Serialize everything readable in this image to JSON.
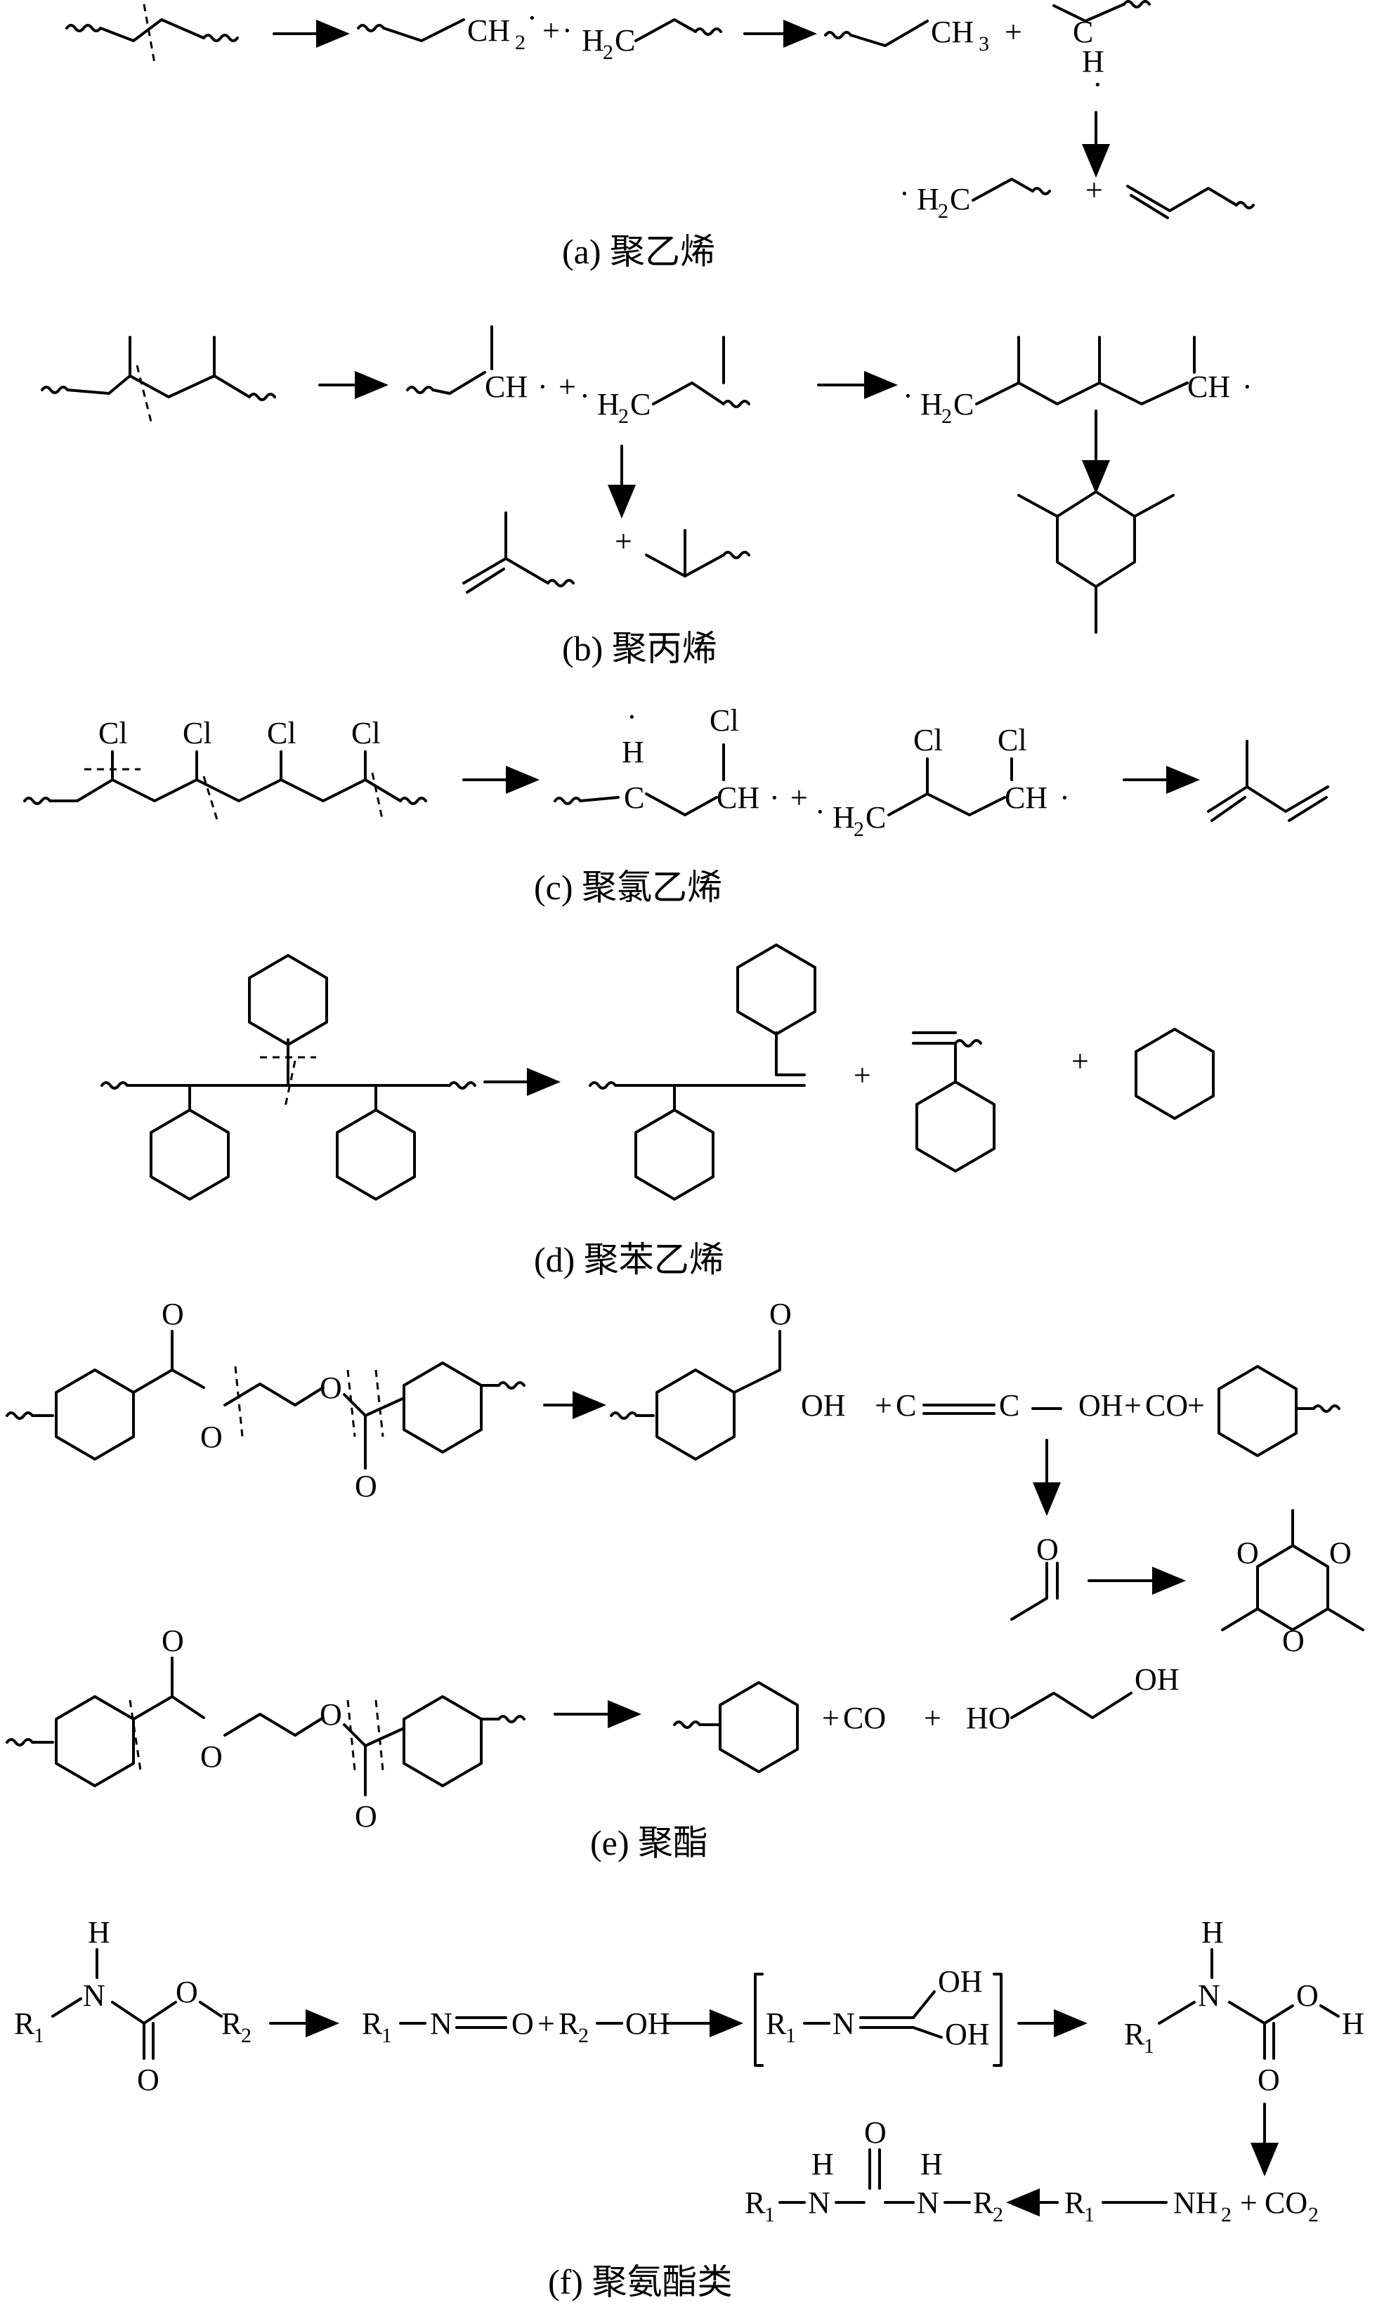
{
  "captions": {
    "a": "(a) 聚乙烯",
    "b": "(b) 聚丙烯",
    "c": "(c) 聚氯乙烯",
    "d": "(d) 聚苯乙烯",
    "e": "(e) 聚酯",
    "f": "(f) 聚氨酯类"
  },
  "labels": {
    "plus": "+",
    "dot": "·",
    "ch2": "CH",
    "h2c": "H",
    "ch3": "CH",
    "ch": "CH",
    "c": "C",
    "h": "H",
    "cl": "Cl",
    "o": "O",
    "oh": "OH",
    "co": "CO",
    "n": "N",
    "r": "R",
    "ho": "HO",
    "nh": "NH"
  },
  "subscripts": {
    "two": "2",
    "three": "3",
    "one": "1"
  }
}
